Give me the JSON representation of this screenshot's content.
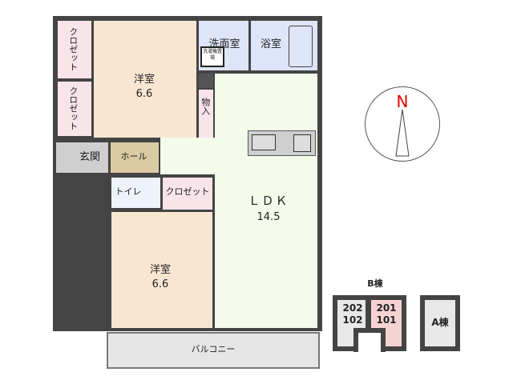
{
  "rooms": {
    "closet_top": "クロゼット",
    "closet_mid": "クロゼット",
    "western1": {
      "name": "洋室",
      "size": "6.6"
    },
    "washroom": "洗面室",
    "laundry": "洗濯機置場",
    "bath": "浴室",
    "storage": "物入",
    "entrance": "玄関",
    "hall": "ホール",
    "toilet": "トイレ",
    "closet2": "クロゼット",
    "ldk": {
      "name": "ＬＤＫ",
      "size": "14.5"
    },
    "western2": {
      "name": "洋室",
      "size": "6.6"
    },
    "balcony": "バルコニー"
  },
  "compass": {
    "label": "N",
    "color": "#e00000"
  },
  "building_map": {
    "b_label": "B棟",
    "units_left": [
      "202",
      "102"
    ],
    "units_right": [
      "201",
      "101"
    ],
    "a_label": "A棟",
    "highlight_color": "#f6d3d3"
  }
}
